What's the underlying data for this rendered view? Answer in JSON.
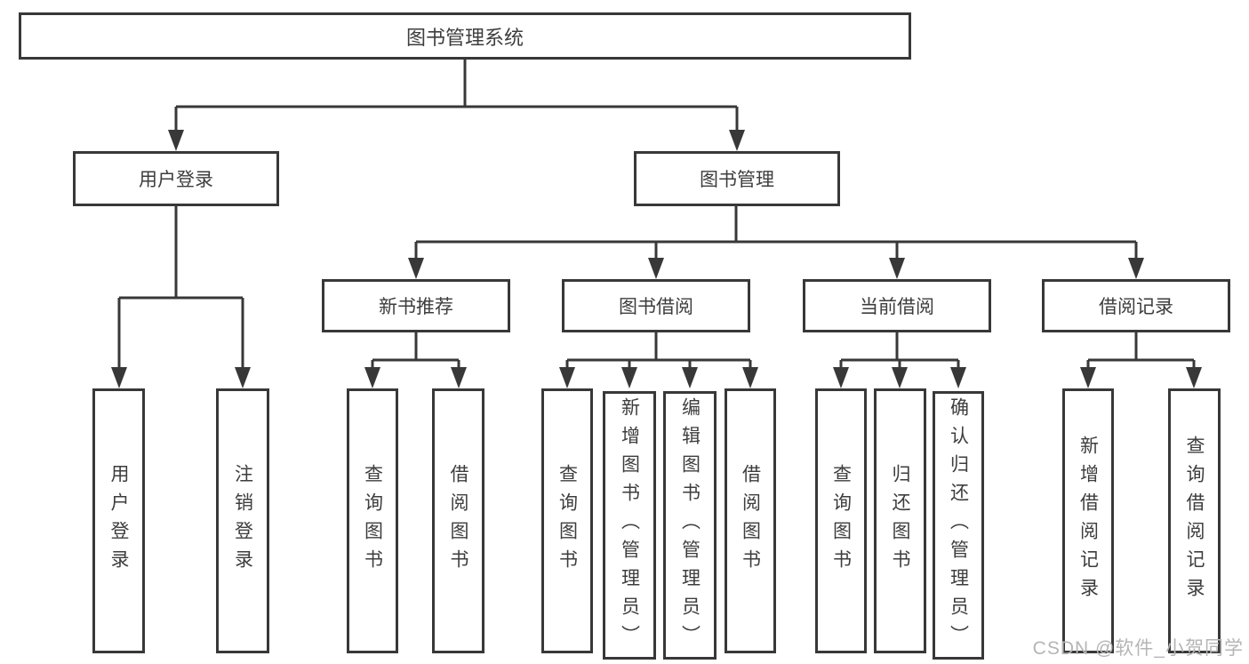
{
  "diagram": {
    "title": "图书管理系统",
    "root": "图书管理系统",
    "l1": [
      "用户登录",
      "图书管理"
    ],
    "l2": [
      "新书推荐",
      "图书借阅",
      "当前借阅",
      "借阅记录"
    ],
    "leaves": [
      "用户登录",
      "注销登录",
      "查询图书",
      "借阅图书",
      "查询图书",
      "新增图书（管理员）",
      "编辑图书（管理员）",
      "借阅图书",
      "查询图书",
      "归还图书",
      "确认归还（管理员）",
      "新增借阅记录",
      "查询借阅记录"
    ],
    "hierarchy": [
      {
        "label": "用户登录",
        "children": [
          "用户登录",
          "注销登录"
        ]
      },
      {
        "label": "图书管理",
        "children_groups": [
          {
            "label": "新书推荐",
            "children": [
              "查询图书",
              "借阅图书"
            ]
          },
          {
            "label": "图书借阅",
            "children": [
              "查询图书",
              "新增图书（管理员）",
              "编辑图书（管理员）",
              "借阅图书"
            ]
          },
          {
            "label": "当前借阅",
            "children": [
              "查询图书",
              "归还图书",
              "确认归还（管理员）"
            ]
          },
          {
            "label": "借阅记录",
            "children": [
              "新增借阅记录",
              "查询借阅记录"
            ]
          }
        ]
      }
    ]
  },
  "watermark": {
    "text": "CSDN @软件_小贺同学"
  },
  "colors": {
    "line": "#383838",
    "border": "#383838",
    "text": "#3d3d3d",
    "watermark": "#b5b5b5",
    "background": "#ffffff"
  }
}
